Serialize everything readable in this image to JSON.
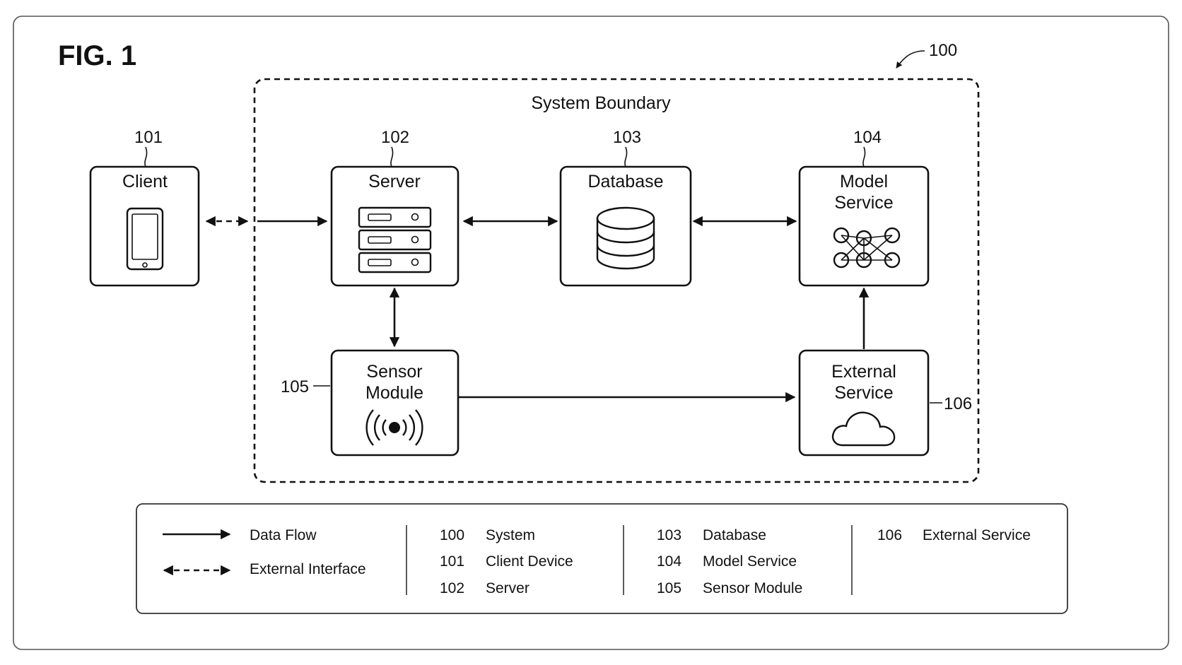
{
  "figure": {
    "title": "FIG. 1",
    "system_ref": "100",
    "boundary_label": "System Boundary"
  },
  "nodes": {
    "client": {
      "ref": "101",
      "name": "Client",
      "icon": "smartphone-icon"
    },
    "server": {
      "ref": "102",
      "name": "Server",
      "icon": "server-rack-icon"
    },
    "database": {
      "ref": "103",
      "name": "Database",
      "icon": "database-cylinder-icon"
    },
    "model_service": {
      "ref": "104",
      "name_line1": "Model",
      "name_line2": "Service",
      "icon": "neural-network-icon"
    },
    "sensor_module": {
      "ref": "105",
      "name_line1": "Sensor",
      "name_line2": "Module",
      "icon": "wireless-sensor-icon"
    },
    "external_service": {
      "ref": "106",
      "name_line1": "External",
      "name_line2": "Service",
      "icon": "cloud-icon"
    }
  },
  "legend": {
    "data_flow": "Data Flow",
    "external_interface": "External Interface",
    "refs": [
      {
        "num": "100",
        "label": "System"
      },
      {
        "num": "101",
        "label": "Client Device"
      },
      {
        "num": "102",
        "label": "Server"
      },
      {
        "num": "103",
        "label": "Database"
      },
      {
        "num": "104",
        "label": "Model Service"
      },
      {
        "num": "105",
        "label": "Sensor Module"
      },
      {
        "num": "106",
        "label": "External Service"
      }
    ]
  }
}
